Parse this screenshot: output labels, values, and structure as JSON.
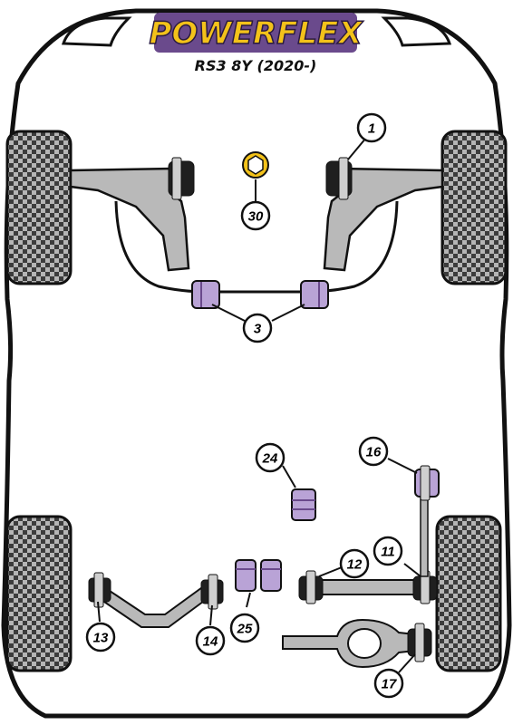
{
  "brand": {
    "logo_text": "POWERFLEX",
    "subtitle": "RS3 8Y (2020-)"
  },
  "colors": {
    "logo_fill": "#f3c21a",
    "logo_bg": "#6a4a8c",
    "bush_purple": "#b9a3d6",
    "bush_black": "#1f1f1f",
    "arm_grey": "#b9b9b9",
    "tyre_dark": "#3c3c3c",
    "tyre_light": "#b5b5b5",
    "outline": "#111111"
  },
  "callouts": [
    {
      "id": "1",
      "label": "1"
    },
    {
      "id": "30",
      "label": "30"
    },
    {
      "id": "3",
      "label": "3"
    },
    {
      "id": "24",
      "label": "24"
    },
    {
      "id": "16",
      "label": "16"
    },
    {
      "id": "12",
      "label": "12"
    },
    {
      "id": "11",
      "label": "11"
    },
    {
      "id": "13",
      "label": "13"
    },
    {
      "id": "14",
      "label": "14"
    },
    {
      "id": "25",
      "label": "25"
    },
    {
      "id": "17",
      "label": "17"
    }
  ]
}
